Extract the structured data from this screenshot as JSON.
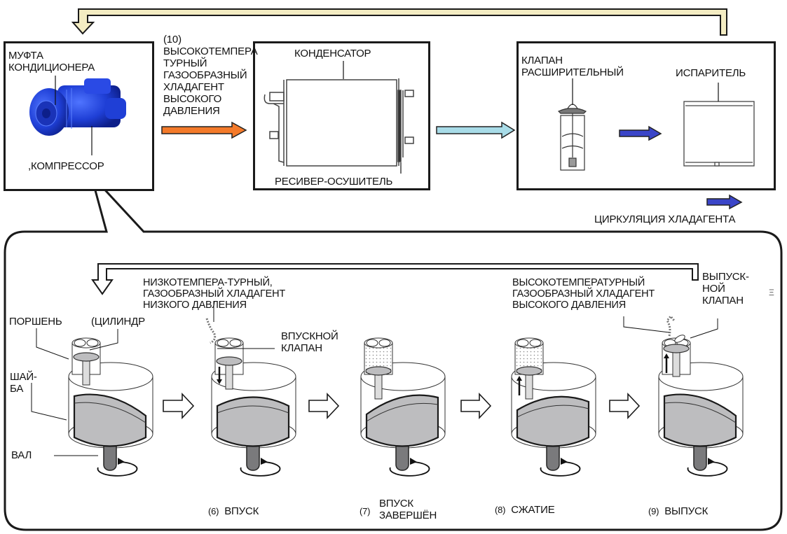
{
  "title": "Refrigerant circulation and compressor operation",
  "colors": {
    "return_arrow_fill": "#f3ecc2",
    "hot_gas_arrow": "#f47a2a",
    "liquid_arrow": "#a8dce8",
    "cold_arrow": "#3a45c8",
    "compressor_body": "#1f3fd6",
    "piston_gray": "#bdbdbf",
    "shaft_gray": "#7a7a7c"
  },
  "top": {
    "compressor_box": {
      "clutch_label": [
        "МУФТА",
        "КОНДИЦИОНЕРА"
      ],
      "compressor_label": ",КОМПРЕССОР",
      "image": "compressor-image"
    },
    "hot_gas": {
      "number": "(10)",
      "lines": [
        "ВЫСОКОТЕМПЕРА",
        "ТУРНЫЙ",
        "ГАЗООБРАЗНЫЙ",
        "ХЛАДАГЕНТ",
        "ВЫСОКОГО",
        "ДАВЛЕНИЯ"
      ]
    },
    "condenser_box": {
      "condenser_label": "КОНДЕНСАТОР",
      "receiver_label": "РЕСИВЕР-ОСУШИТЕЛЬ"
    },
    "evaporator_box": {
      "valve_label": [
        "КЛАПАН",
        "РАСШИРИТЕЛЬНЫЙ"
      ],
      "evaporator_label": "ИСПАРИТЕЛЬ"
    },
    "legend": {
      "label": "ЦИРКУЛЯЦИЯ ХЛАДАГЕНТА"
    }
  },
  "bottom": {
    "low_gas_lines": [
      "НИЗКОТЕМПЕРА-ТУРНЫЙ,",
      "ГАЗООБРАЗНЫЙ ХЛАДАГЕНТ",
      "НИЗКОГО ДАВЛЕНИЯ"
    ],
    "high_gas_lines": [
      "ВЫСОКОТЕМПЕРАТУРНЫЙ",
      "ГАЗООБРАЗНЫЙ ХЛАДАГЕНТ",
      "ВЫСОКОГО ДАВЛЕНИЯ"
    ],
    "piston_label": "ПОРШЕНЬ",
    "cylinder_label": "(ЦИЛИНДР",
    "plate_label": [
      "ШАЙ-",
      "БА"
    ],
    "shaft_label": "ВАЛ",
    "intake_valve_label": [
      "ВПУСКНОЙ",
      "КЛАПАН"
    ],
    "exhaust_valve_label": [
      "ВЫПУСК-",
      "НОЙ",
      "КЛАПАН"
    ],
    "stray_mark": "Ξ",
    "stages": [
      {
        "number": "(6)",
        "label": [
          "ВПУСК"
        ]
      },
      {
        "number": "(7)",
        "label": [
          "ВПУСК",
          "ЗАВЕРШЁН"
        ]
      },
      {
        "number": "(8)",
        "label": [
          "СЖАТИЕ"
        ]
      },
      {
        "number": "(9)",
        "label": [
          "ВЫПУСК"
        ]
      }
    ]
  }
}
